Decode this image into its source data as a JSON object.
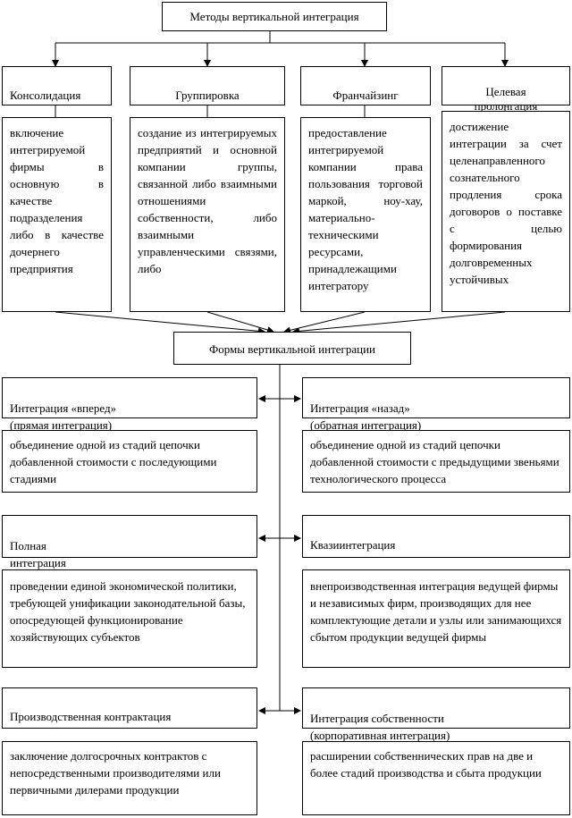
{
  "top": {
    "title": "Методы вертикальной интеграция"
  },
  "methods": [
    {
      "name": "Консолидация",
      "desc": "включение интегрируемой фирмы в основную в качестве подразделения либо в качестве дочернего предприятия"
    },
    {
      "name": "Группировка",
      "desc": "создание из интегрируемых предприятий и основной компании группы, связанной либо взаимными отношениями собственности, либо взаимными управленческими связями, либо"
    },
    {
      "name": "Франчайзинг",
      "desc": "предоставление интегрируемой компании права пользования торговой маркой, ноу-хау, материально-техническими ресурсами, принадлежащими интегратору"
    },
    {
      "name": "Целевая\nпролонгация",
      "desc": "достижение интеграции за счет целенаправленного сознательного продления срока договоров о поставке с целью формирования долговременных устойчивых"
    }
  ],
  "forms": {
    "title": "Формы вертикальной интеграции"
  },
  "pairs": [
    {
      "left": {
        "name": "Интеграция «вперед»\n(прямая интеграция)",
        "desc": "объединение одной из стадий цепочки добавленной стоимости с последующими стадиями"
      },
      "right": {
        "name": "Интеграция «назад»\n(обратная интеграция)",
        "desc": "объединение одной из стадий цепочки добавленной стоимости с предыдущими звеньями технологического процесса"
      }
    },
    {
      "left": {
        "name": "Полная\nинтеграция",
        "desc": "проведении единой экономической политики, требующей унификации законодательной базы, опосредующей функционирование хозяйствующих субъектов"
      },
      "right": {
        "name": "Квазиинтеграция",
        "desc": "внепроизводственная интеграция ведущей фирмы и независимых фирм, производящих для нее комплектующие детали и узлы или занимающихся сбытом продукции ведущей фирмы"
      }
    },
    {
      "left": {
        "name": "Производственная контрактация",
        "desc": "заключение долгосрочных контрактов с непосредственными производителями или первичными дилерами продукции"
      },
      "right": {
        "name": "Интеграция собственности\n(корпоративная интеграция)",
        "desc": "расширении собственнических прав на две и более стадий производства и сбыта продукции"
      }
    }
  ]
}
